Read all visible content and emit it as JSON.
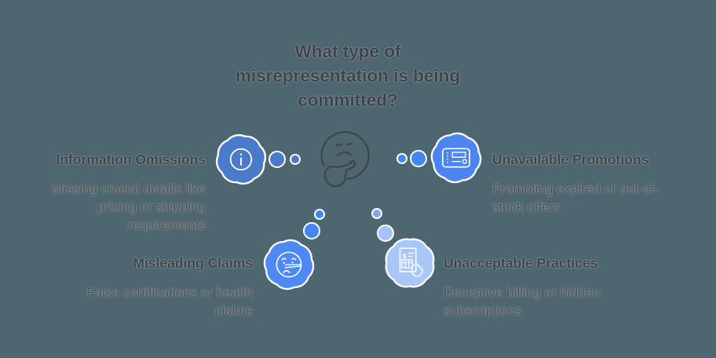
{
  "title": "What type of\nmisrepresentation is being\ncommitted?",
  "center": {
    "icon": "thinking-face-icon"
  },
  "items": [
    {
      "id": "information-omissions",
      "heading": "Information Omissions",
      "description": "Missing crucial details like pricing or shipping requirements",
      "icon": "info-circle-icon",
      "blob_color": "#4C7ACB"
    },
    {
      "id": "unavailable-promotions",
      "heading": "Unavailable Promotions",
      "description": "Promoting expired or out-of-stock offers",
      "icon": "coupon-icon",
      "blob_color": "#4A85F0"
    },
    {
      "id": "misleading-claims",
      "heading": "Misleading Claims",
      "description": "False certifications or health claims",
      "icon": "lying-face-icon",
      "blob_color": "#4E88F3"
    },
    {
      "id": "unacceptable-practices",
      "heading": "Unacceptable Practices",
      "description": "Deceptive billing or hidden subscriptions",
      "icon": "invoice-hand-icon",
      "blob_color": "#A9C6F9"
    }
  ],
  "colors": {
    "background": "#4D6670",
    "heading_text": "#3E4347",
    "body_text": "#4C5156",
    "accent_blue_medium": "#4C7ACB",
    "accent_blue_bright": "#4285F4",
    "accent_blue_light": "#A9C6F9",
    "icon_stroke": "#FFFFFF",
    "face_stroke": "#41464C"
  }
}
